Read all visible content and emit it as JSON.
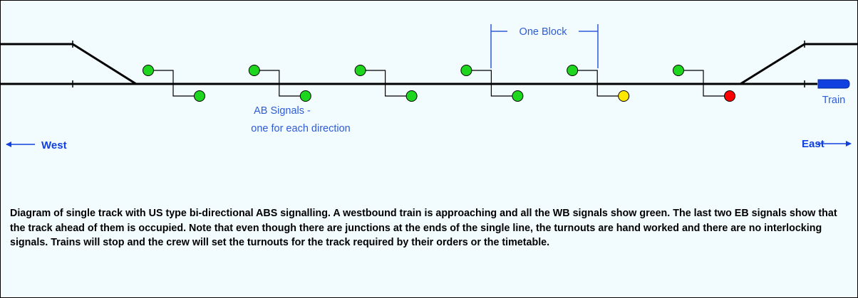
{
  "colors": {
    "background": "#f2fcff",
    "track": "#000000",
    "label_blue": "#2e5bd8",
    "signal_green": "#1ed61e",
    "signal_yellow": "#ffe800",
    "signal_red": "#ff0000",
    "train": "#1040e0"
  },
  "labels": {
    "block": "One Block",
    "signals_line1": "AB Signals -",
    "signals_line2": "one for each direction",
    "train": "Train",
    "west": "West",
    "east": "East"
  },
  "signal_pairs": [
    {
      "westbound": "green",
      "eastbound": "green"
    },
    {
      "westbound": "green",
      "eastbound": "green"
    },
    {
      "westbound": "green",
      "eastbound": "green"
    },
    {
      "westbound": "green",
      "eastbound": "green"
    },
    {
      "westbound": "green",
      "eastbound": "yellow"
    },
    {
      "westbound": "green",
      "eastbound": "red"
    }
  ],
  "caption": "Diagram of single track with US type bi-directional  ABS signalling.  A westbound train is approaching and all the WB signals show green.  The last two EB signals show that the track ahead of them is occupied.  Note that even though there are junctions at the ends of the single line, the turnouts are hand worked and there are no interlocking signals.  Trains will stop and the crew will set the turnouts for the track required by their orders or the timetable."
}
